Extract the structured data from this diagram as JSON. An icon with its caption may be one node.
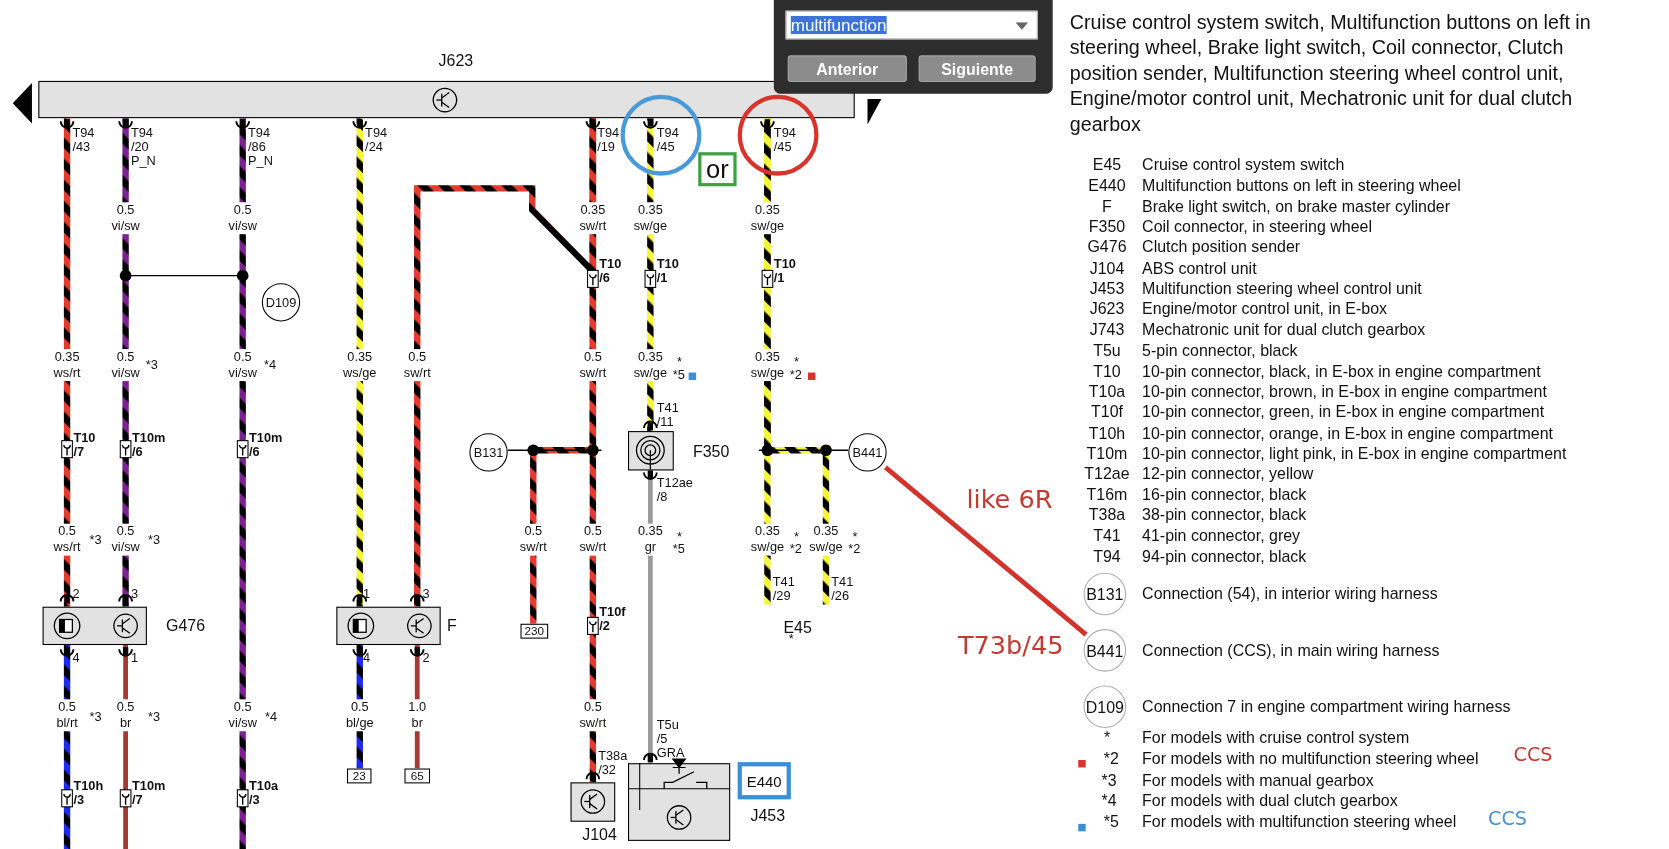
{
  "diagram": {
    "title": "Cruise control system switch, Multifunction buttons on left in steering wheel, Brake light switch, Coil connector, Clutch position sender, Multifunction steering wheel control unit, Engine/motor control unit, Mechatronic unit for dual clutch gearbox",
    "nodes": [
      {
        "text": [
          "J623"
        ]
      },
      {
        "text": [
          "or"
        ]
      },
      {
        "text": [
          "D109"
        ]
      },
      {
        "text": [
          "B131"
        ]
      },
      {
        "text": [
          "F350"
        ]
      },
      {
        "text": [
          "B441"
        ]
      },
      {
        "text": [
          "G476"
        ]
      },
      {
        "text": [
          "F"
        ]
      },
      {
        "text": [
          "230"
        ]
      },
      {
        "text": [
          "E45"
        ]
      },
      {
        "text": [
          "23"
        ]
      },
      {
        "text": [
          "65"
        ]
      },
      {
        "text": [
          "E440"
        ]
      },
      {
        "text": [
          "J104"
        ]
      },
      {
        "text": [
          "J453"
        ]
      },
      {
        "text": [
          "B131"
        ],
        "beside": [
          "Connection (54), in interior wiring harness"
        ]
      },
      {
        "text": [
          "B441"
        ],
        "beside": [
          "Connection (CCS), in main wiring harness"
        ]
      },
      {
        "text": [
          "D109"
        ],
        "beside": [
          "Connection 7 in engine compartment wiring harness"
        ]
      }
    ],
    "edges": [
      {
        "from": 0,
        "to": 6,
        "arrow": "none",
        "style": "dashed",
        "color": "#e53a2e"
      },
      {
        "from": 0,
        "to": 6,
        "arrow": "none",
        "style": "dashed",
        "color": "#7b2290"
      },
      {
        "from": 0,
        "to": null,
        "arrow": "none",
        "style": "dashed",
        "color": "#7b2290"
      },
      {
        "from": 0,
        "to": 7,
        "arrow": "none",
        "style": "dashed",
        "color": "#f5f53c"
      },
      {
        "from": 0,
        "to": 7,
        "arrow": "none",
        "style": "dashed",
        "color": "#e53a2e"
      },
      {
        "from": 0,
        "to": 8,
        "arrow": "none",
        "style": "dashed",
        "color": "#e53a2e"
      },
      {
        "from": 0,
        "to": 13,
        "arrow": "none",
        "style": "dashed",
        "color": "#e53a2e"
      },
      {
        "from": 0,
        "to": 4,
        "arrow": "none",
        "style": "dashed",
        "color": "#f5f53c"
      },
      {
        "from": 4,
        "to": 14,
        "arrow": "none",
        "color": "#999999"
      },
      {
        "from": 0,
        "to": 9,
        "arrow": "none",
        "style": "dashed",
        "color": "#f5f53c"
      },
      {
        "from": 0,
        "to": 9,
        "arrow": "none",
        "style": "dashed",
        "color": "#f5f53c"
      },
      {
        "from": 6,
        "to": null,
        "arrow": "none",
        "style": "dashed",
        "color": "#1d2bf0"
      },
      {
        "from": 6,
        "to": null,
        "arrow": "none",
        "color": "#a33b35"
      },
      {
        "from": 7,
        "to": 10,
        "arrow": "none",
        "style": "dashed",
        "color": "#1d2bf0"
      },
      {
        "from": 7,
        "to": 11,
        "arrow": "none",
        "color": "#a33b35"
      },
      {
        "from": 5,
        "to": 16,
        "arrow": "none",
        "color": "#d1342c"
      }
    ],
    "labels": [
      "multifunction",
      "Anterior",
      "Siguiente",
      "T94 /43",
      "T94 /20 P_N",
      "T94 /86 P_N",
      "T94 /24",
      "T94 /19",
      "0.5 vi/sw",
      "0.5 vi/sw",
      "0.35 sw/rt",
      "0.35 sw/ge",
      "0.35 sw/ge",
      "T10 /6",
      "T10 /1",
      "T10 /1",
      "0.35 ws/rt",
      "0.5 vi/sw",
      "*3",
      "0.5 vi/sw",
      "*4",
      "0.35 ws/ge",
      "0.5 sw/rt",
      "0.5 sw/rt",
      "0.35 sw/ge",
      "*",
      "*5",
      "0.35 sw/ge",
      "*",
      "*2",
      "T41 /11",
      "T10 /7",
      "T10m /6",
      "T10m /6",
      "T12ae /8",
      "0.5 ws/rt",
      "*3",
      "0.5 vi/sw",
      "*3",
      "0.5 sw/rt",
      "0.5 sw/rt",
      "0.35 gr",
      "*",
      "*5",
      "0.35 sw/ge",
      "*",
      "*2",
      "0.35 sw/ge",
      "*",
      "*2",
      "T41 /29",
      "T41 /26",
      "2",
      "3",
      "1",
      "3",
      "T10f /2",
      "*",
      "4",
      "1",
      "4",
      "2",
      "0.5 bl/rt",
      "*3",
      "0.5 br",
      "*3",
      "0.5 vi/sw",
      "*4",
      "0.5 bl/ge",
      "1.0 br",
      "0.5 sw/rt",
      "T5u /5 GRA",
      "T38a /32",
      "T10h /3",
      "T10m /7",
      "T10a /3",
      "like 6R",
      "T73b/45",
      "E45",
      "Cruise control system switch",
      "E440",
      "Multifunction buttons on left in steering wheel",
      "F",
      "Brake light switch, on brake master cylinder",
      "F350",
      "Coil connector, in steering wheel",
      "G476",
      "Clutch position sender",
      "J104",
      "ABS control unit",
      "J453",
      "Multifunction steering wheel control unit",
      "J623",
      "Engine/motor control unit, in E-box",
      "J743",
      "Mechatronic unit for dual clutch gearbox",
      "T5u",
      "5-pin connector, black",
      "T10",
      "10-pin connector, black, in E-box in engine compartment",
      "T10a",
      "10-pin connector, brown, in E-box in engine compartment",
      "T10f",
      "10-pin connector, green, in E-box in engine compartment",
      "T10h",
      "10-pin connector, orange, in E-box in engine compartment",
      "T10m",
      "10-pin connector, light pink, in E-box in engine compartment",
      "T12ae",
      "12-pin connector, yellow",
      "T16m",
      "16-pin connector, black",
      "T38a",
      "38-pin connector, black",
      "T41",
      "41-pin connector, grey",
      "T94",
      "94-pin connector, black",
      "*",
      "For models with cruise control system",
      "*2",
      "For models with no multifunction steering wheel",
      "CCS",
      "*3",
      "For models with manual gearbox",
      "*4",
      "For models with dual clutch gearbox",
      "*5",
      "For models with multifunction steering wheel",
      "CCS",
      "T94 /45",
      "T94 /45"
    ]
  }
}
